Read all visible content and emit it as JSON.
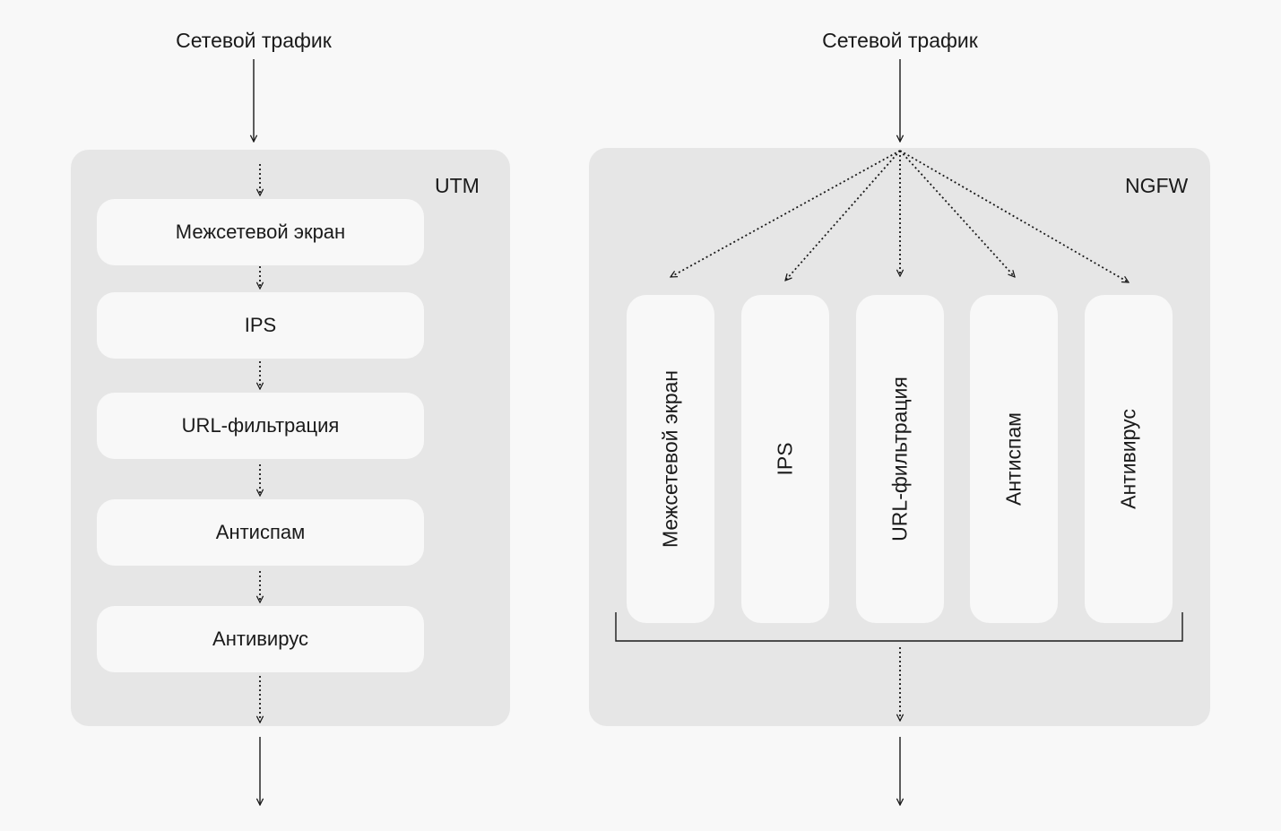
{
  "utm": {
    "input_label": "Сетевой трафик",
    "title": "UTM",
    "modules": [
      "Межсетевой экран",
      "IPS",
      "URL-фильтрация",
      "Антиспам",
      "Антивирус"
    ]
  },
  "ngfw": {
    "input_label": "Сетевой трафик",
    "title": "NGFW",
    "modules": [
      "Межсетевой экран",
      "IPS",
      "URL-фильтрация",
      "Антиспам",
      "Антивирус"
    ]
  },
  "colors": {
    "background": "#f8f8f8",
    "panel": "#e6e6e6",
    "module": "#f8f8f8",
    "line": "#1a1a1a"
  }
}
